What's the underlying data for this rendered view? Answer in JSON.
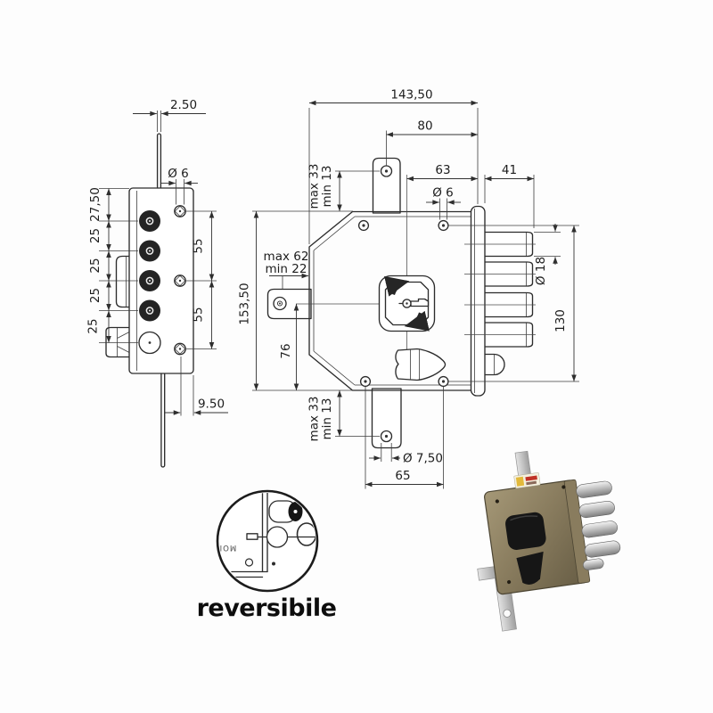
{
  "front_view": {
    "dims": {
      "overall_width": "143,50",
      "tab_hole_to_edge": "80",
      "axis_to_edge": "63",
      "bolt_throw": "41",
      "screw_hole_dia": "Ø 6",
      "top_tab_max": "max 33",
      "top_tab_min": "min 13",
      "left_tab_max": "max 62",
      "left_tab_min": "min 22",
      "overall_height": "153,50",
      "left_tab_to_bottom": "76",
      "bolt_dia": "Ø 18",
      "side_hole_spacing": "130",
      "bottom_tab_max": "max 33",
      "bottom_tab_min": "min 13",
      "bottom_hole_dia": "Ø 7,50",
      "bottom_hole_span": "65"
    }
  },
  "side_view": {
    "dims": {
      "rod_dia": "2.50",
      "hole_dia": "Ø 6",
      "top_offset": "27,50",
      "pitch_1": "25",
      "pitch_2": "25",
      "pitch_3": "25",
      "pitch_4": "25",
      "hole_spacing_1": "55",
      "hole_spacing_2": "55",
      "edge_offset": "9.50"
    }
  },
  "detail_view": {
    "caption": "reversibile",
    "stamp": "MOIA"
  },
  "photo": {
    "body_color": "#8a7d5f",
    "faceplate_color": "#897c5e",
    "black_parts_color": "#161616",
    "bolt_color": "#c6c6c6",
    "strap_color": "#c2c2c2",
    "label_red": "#c03226",
    "label_gold": "#e2b93b"
  },
  "line_color": "#2c2c2c"
}
